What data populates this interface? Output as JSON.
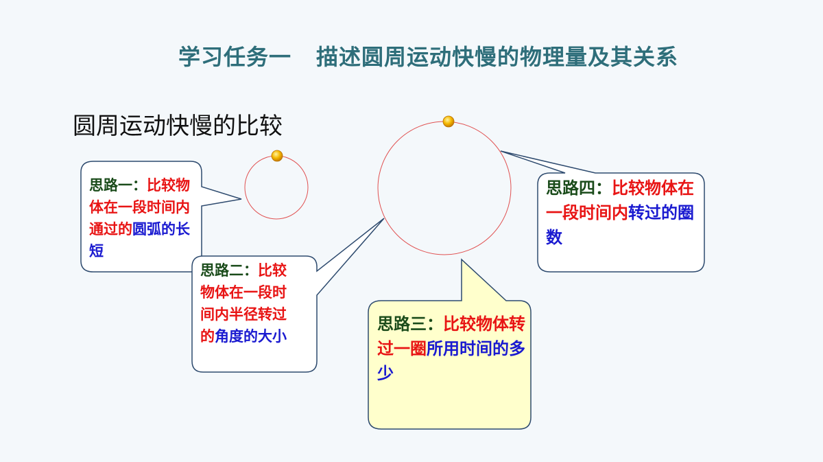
{
  "header": {
    "title_part1": "学习任务一",
    "title_part2": "描述圆周运动快慢的物理量及其关系"
  },
  "subtitle": "圆周运动快慢的比较",
  "bubbles": {
    "one": {
      "lead": "思路一：",
      "red": "比较物体在一段时间内通过的",
      "blue": "圆弧的长短"
    },
    "two": {
      "lead": "思路二：",
      "red": "比较物体在一段时间内半径转过的",
      "blue": "角度的大小"
    },
    "three": {
      "lead": "思路三：",
      "red": "比较物体转过一圈",
      "blue": "所用时间的多少"
    },
    "four": {
      "lead": "思路四：",
      "red": "比较物体在一段时间内",
      "blue": "转过的圈数"
    }
  },
  "colors": {
    "title": "#2e6e7a",
    "lead": "#1a4b1a",
    "red": "#e81414",
    "blue": "#1a1ad0",
    "circle": "#e05050",
    "ball": "#f5b800",
    "bubble_yellow": "#ffffcc"
  }
}
